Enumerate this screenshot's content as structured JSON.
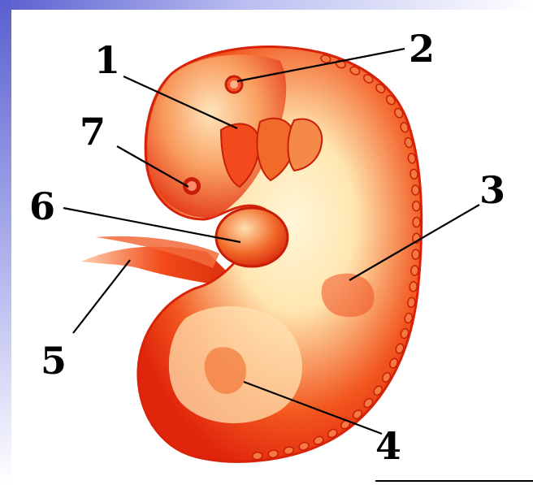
{
  "colors": {
    "frame_gradient_from": "#5a5fd0",
    "frame_gradient_to": "#ffffff",
    "body_dark": "#e0250c",
    "body_mid": "#f2561e",
    "body_light": "#ffe6b0",
    "highlight": "#fff6d8"
  },
  "labels": [
    {
      "id": "1",
      "text": "1"
    },
    {
      "id": "2",
      "text": "2"
    },
    {
      "id": "3",
      "text": "3"
    },
    {
      "id": "4",
      "text": "4"
    },
    {
      "id": "5",
      "text": "5"
    },
    {
      "id": "6",
      "text": "6"
    },
    {
      "id": "7",
      "text": "7"
    }
  ]
}
